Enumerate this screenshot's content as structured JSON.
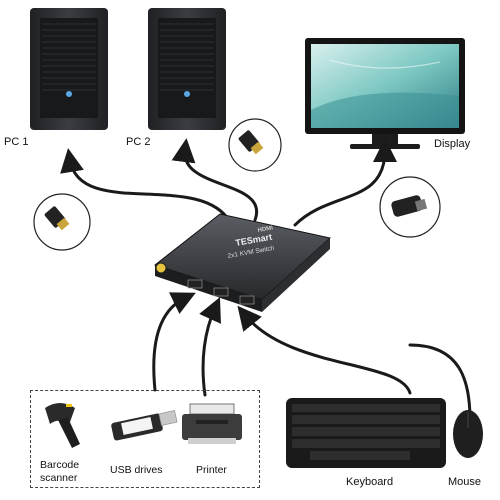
{
  "labels": {
    "pc1": "PC 1",
    "pc2": "PC 2",
    "display": "Display",
    "barcode_line1": "Barcode",
    "barcode_line2": "scanner",
    "usb_drives": "USB drives",
    "printer": "Printer",
    "keyboard": "Keyboard",
    "mouse": "Mouse"
  },
  "device": {
    "brand": "TESmart",
    "model": "2x1 KVM Switch",
    "hdmi_logo": "HDMI"
  },
  "colors": {
    "cable": "#1a1a1a",
    "pc_case": "#2b2d30",
    "switch_body": "#3a3c40",
    "screen_teal": "#5fb3b3"
  }
}
